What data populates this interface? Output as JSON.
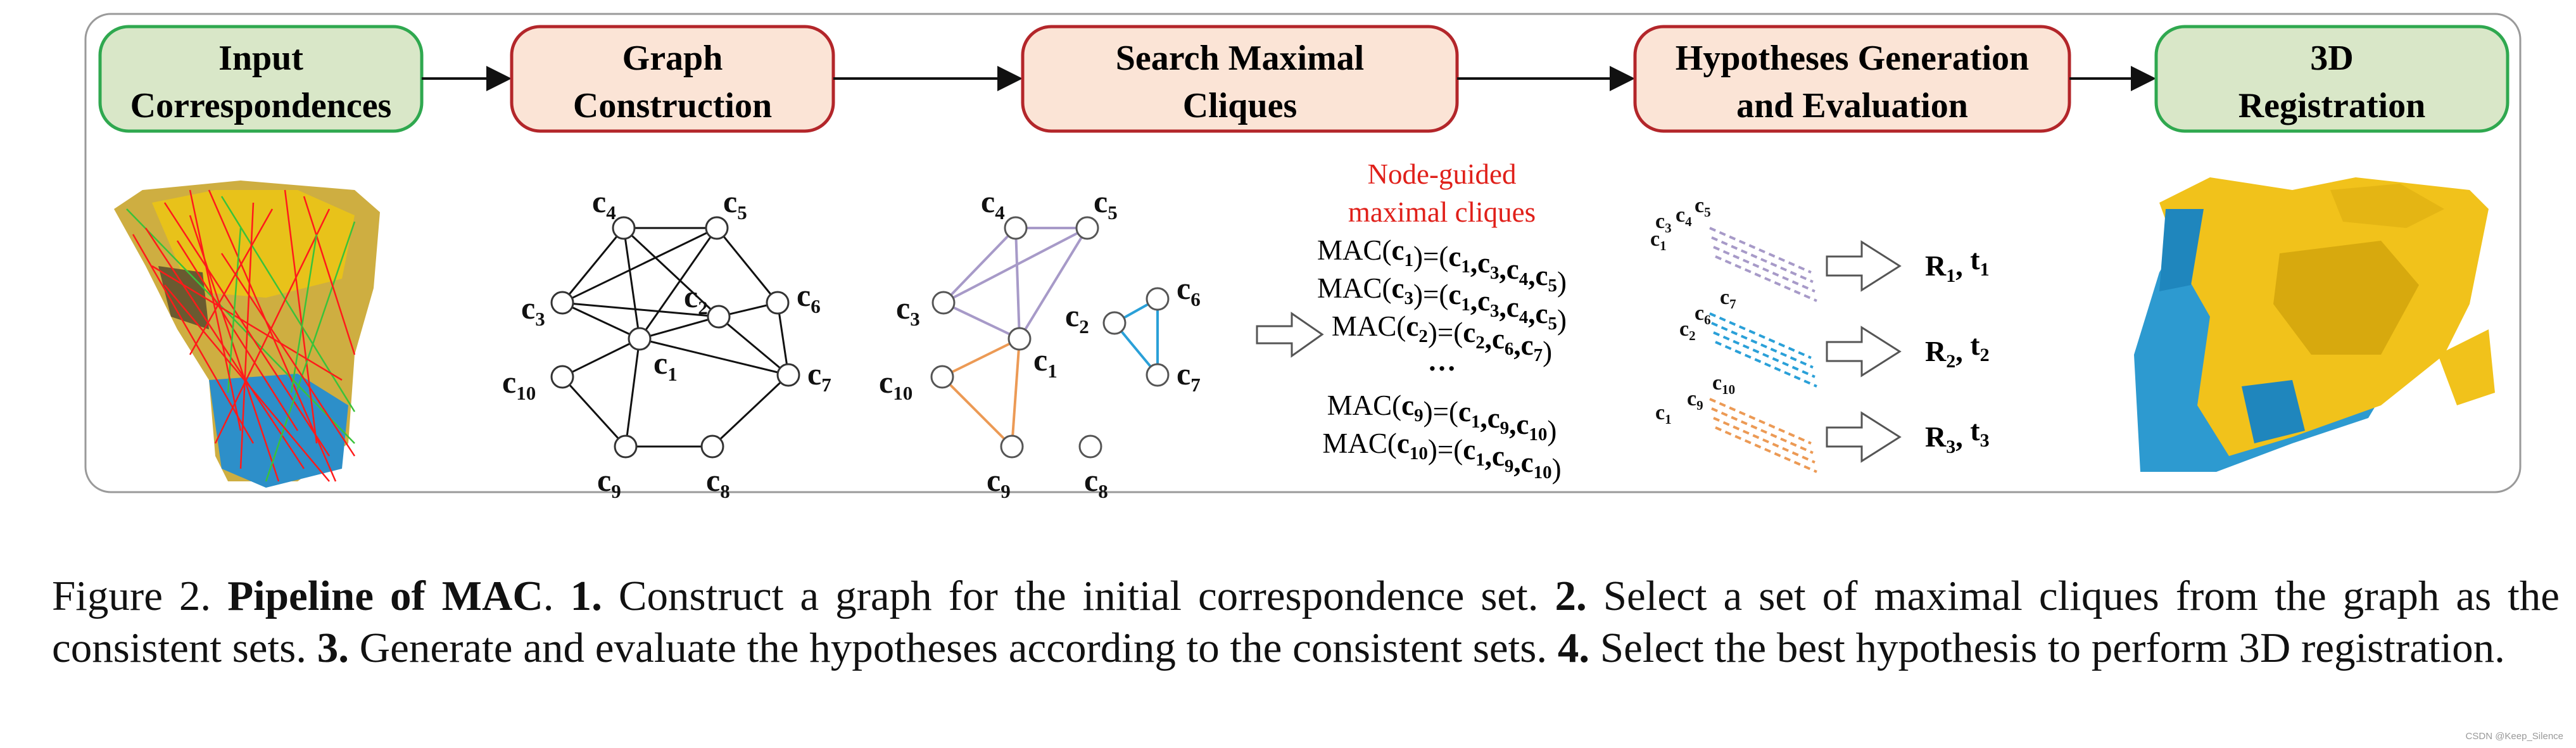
{
  "pipeline": {
    "stages": [
      {
        "lines": [
          "Input",
          "Correspondences"
        ],
        "fill": "#d9e7c8",
        "stroke": "#2fa84f"
      },
      {
        "lines": [
          "Graph",
          "Construction"
        ],
        "fill": "#fbe4d6",
        "stroke": "#b3262a"
      },
      {
        "lines": [
          "Search Maximal",
          "Cliques"
        ],
        "fill": "#fbe4d6",
        "stroke": "#b3262a"
      },
      {
        "lines": [
          "Hypotheses Generation",
          "and Evaluation"
        ],
        "fill": "#fbe4d6",
        "stroke": "#b3262a"
      },
      {
        "lines": [
          "3D",
          "Registration"
        ],
        "fill": "#d9e7c8",
        "stroke": "#2fa84f"
      }
    ]
  },
  "graph": {
    "nodes": {
      "c1": {
        "label": "c",
        "sub": "1"
      },
      "c2": {
        "label": "c",
        "sub": "2"
      },
      "c3": {
        "label": "c",
        "sub": "3"
      },
      "c4": {
        "label": "c",
        "sub": "4"
      },
      "c5": {
        "label": "c",
        "sub": "5"
      },
      "c6": {
        "label": "c",
        "sub": "6"
      },
      "c7": {
        "label": "c",
        "sub": "7"
      },
      "c8": {
        "label": "c",
        "sub": "8"
      },
      "c9": {
        "label": "c",
        "sub": "9"
      },
      "c10": {
        "label": "c",
        "sub": "10"
      }
    }
  },
  "cliques": {
    "title_lines": [
      "Node-guided",
      "maximal cliques"
    ],
    "title_color": "#e0201a",
    "colors": {
      "purple": "#a79ac8",
      "blue": "#2aa0d8",
      "orange": "#ec9a55"
    },
    "lines": [
      {
        "fn": "MAC(",
        "arg": "c",
        "argsub": "1",
        "mid": ")=(",
        "members": [
          [
            "c",
            "1"
          ],
          [
            "c",
            "3"
          ],
          [
            "c",
            "4"
          ],
          [
            "c",
            "5"
          ]
        ],
        "end": ")"
      },
      {
        "fn": "MAC(",
        "arg": "c",
        "argsub": "3",
        "mid": ")=(",
        "members": [
          [
            "c",
            "1"
          ],
          [
            "c",
            "3"
          ],
          [
            "c",
            "4"
          ],
          [
            "c",
            "5"
          ]
        ],
        "end": ")"
      },
      {
        "fn": "MAC(",
        "arg": "c",
        "argsub": "2",
        "mid": ")=(",
        "members": [
          [
            "c",
            "2"
          ],
          [
            "c",
            "6"
          ],
          [
            "c",
            "7"
          ]
        ],
        "end": ")"
      },
      {
        "ellipsis": "…"
      },
      {
        "fn": "MAC(",
        "arg": "c",
        "argsub": "9",
        "mid": ")=(",
        "members": [
          [
            "c",
            "1"
          ],
          [
            "c",
            "9"
          ],
          [
            "c",
            "10"
          ]
        ],
        "end": ")"
      },
      {
        "fn": "MAC(",
        "arg": "c",
        "argsub": "10",
        "mid": ")=(",
        "members": [
          [
            "c",
            "1"
          ],
          [
            "c",
            "9"
          ],
          [
            "c",
            "10"
          ]
        ],
        "end": ")"
      }
    ]
  },
  "hypotheses": [
    {
      "labels": [
        [
          "c",
          "3"
        ],
        [
          "c",
          "4"
        ],
        [
          "c",
          "5"
        ],
        [
          "c",
          "1"
        ]
      ],
      "color": "#a79ac8",
      "R": "R",
      "Rsub": "1",
      "t": "t",
      "tsub": "1"
    },
    {
      "labels": [
        [
          "c",
          "2"
        ],
        [
          "c",
          "6"
        ],
        [
          "c",
          "7"
        ]
      ],
      "color": "#2aa0d8",
      "R": "R",
      "Rsub": "2",
      "t": "t",
      "tsub": "2"
    },
    {
      "labels": [
        [
          "c",
          "1"
        ],
        [
          "c",
          "9"
        ],
        [
          "c",
          "10"
        ]
      ],
      "color": "#ec9a55",
      "R": "R",
      "Rsub": "3",
      "t": "t",
      "tsub": "3"
    }
  ],
  "caption": {
    "prefix": "Figure 2. ",
    "title": "Pipeline of MAC",
    "after_title": ". ",
    "steps": [
      {
        "num": "1.",
        "text": " Construct a graph for the initial correspondence set. "
      },
      {
        "num": "2.",
        "text": " Select a set of maximal cliques from the graph as the consistent sets. "
      },
      {
        "num": "3.",
        "text": " Generate and evaluate the hypotheses according to the consistent sets. "
      },
      {
        "num": "4.",
        "text": " Select the best hypothesis to perform 3D registration."
      }
    ]
  },
  "watermark": "CSDN @Keep_Silence"
}
